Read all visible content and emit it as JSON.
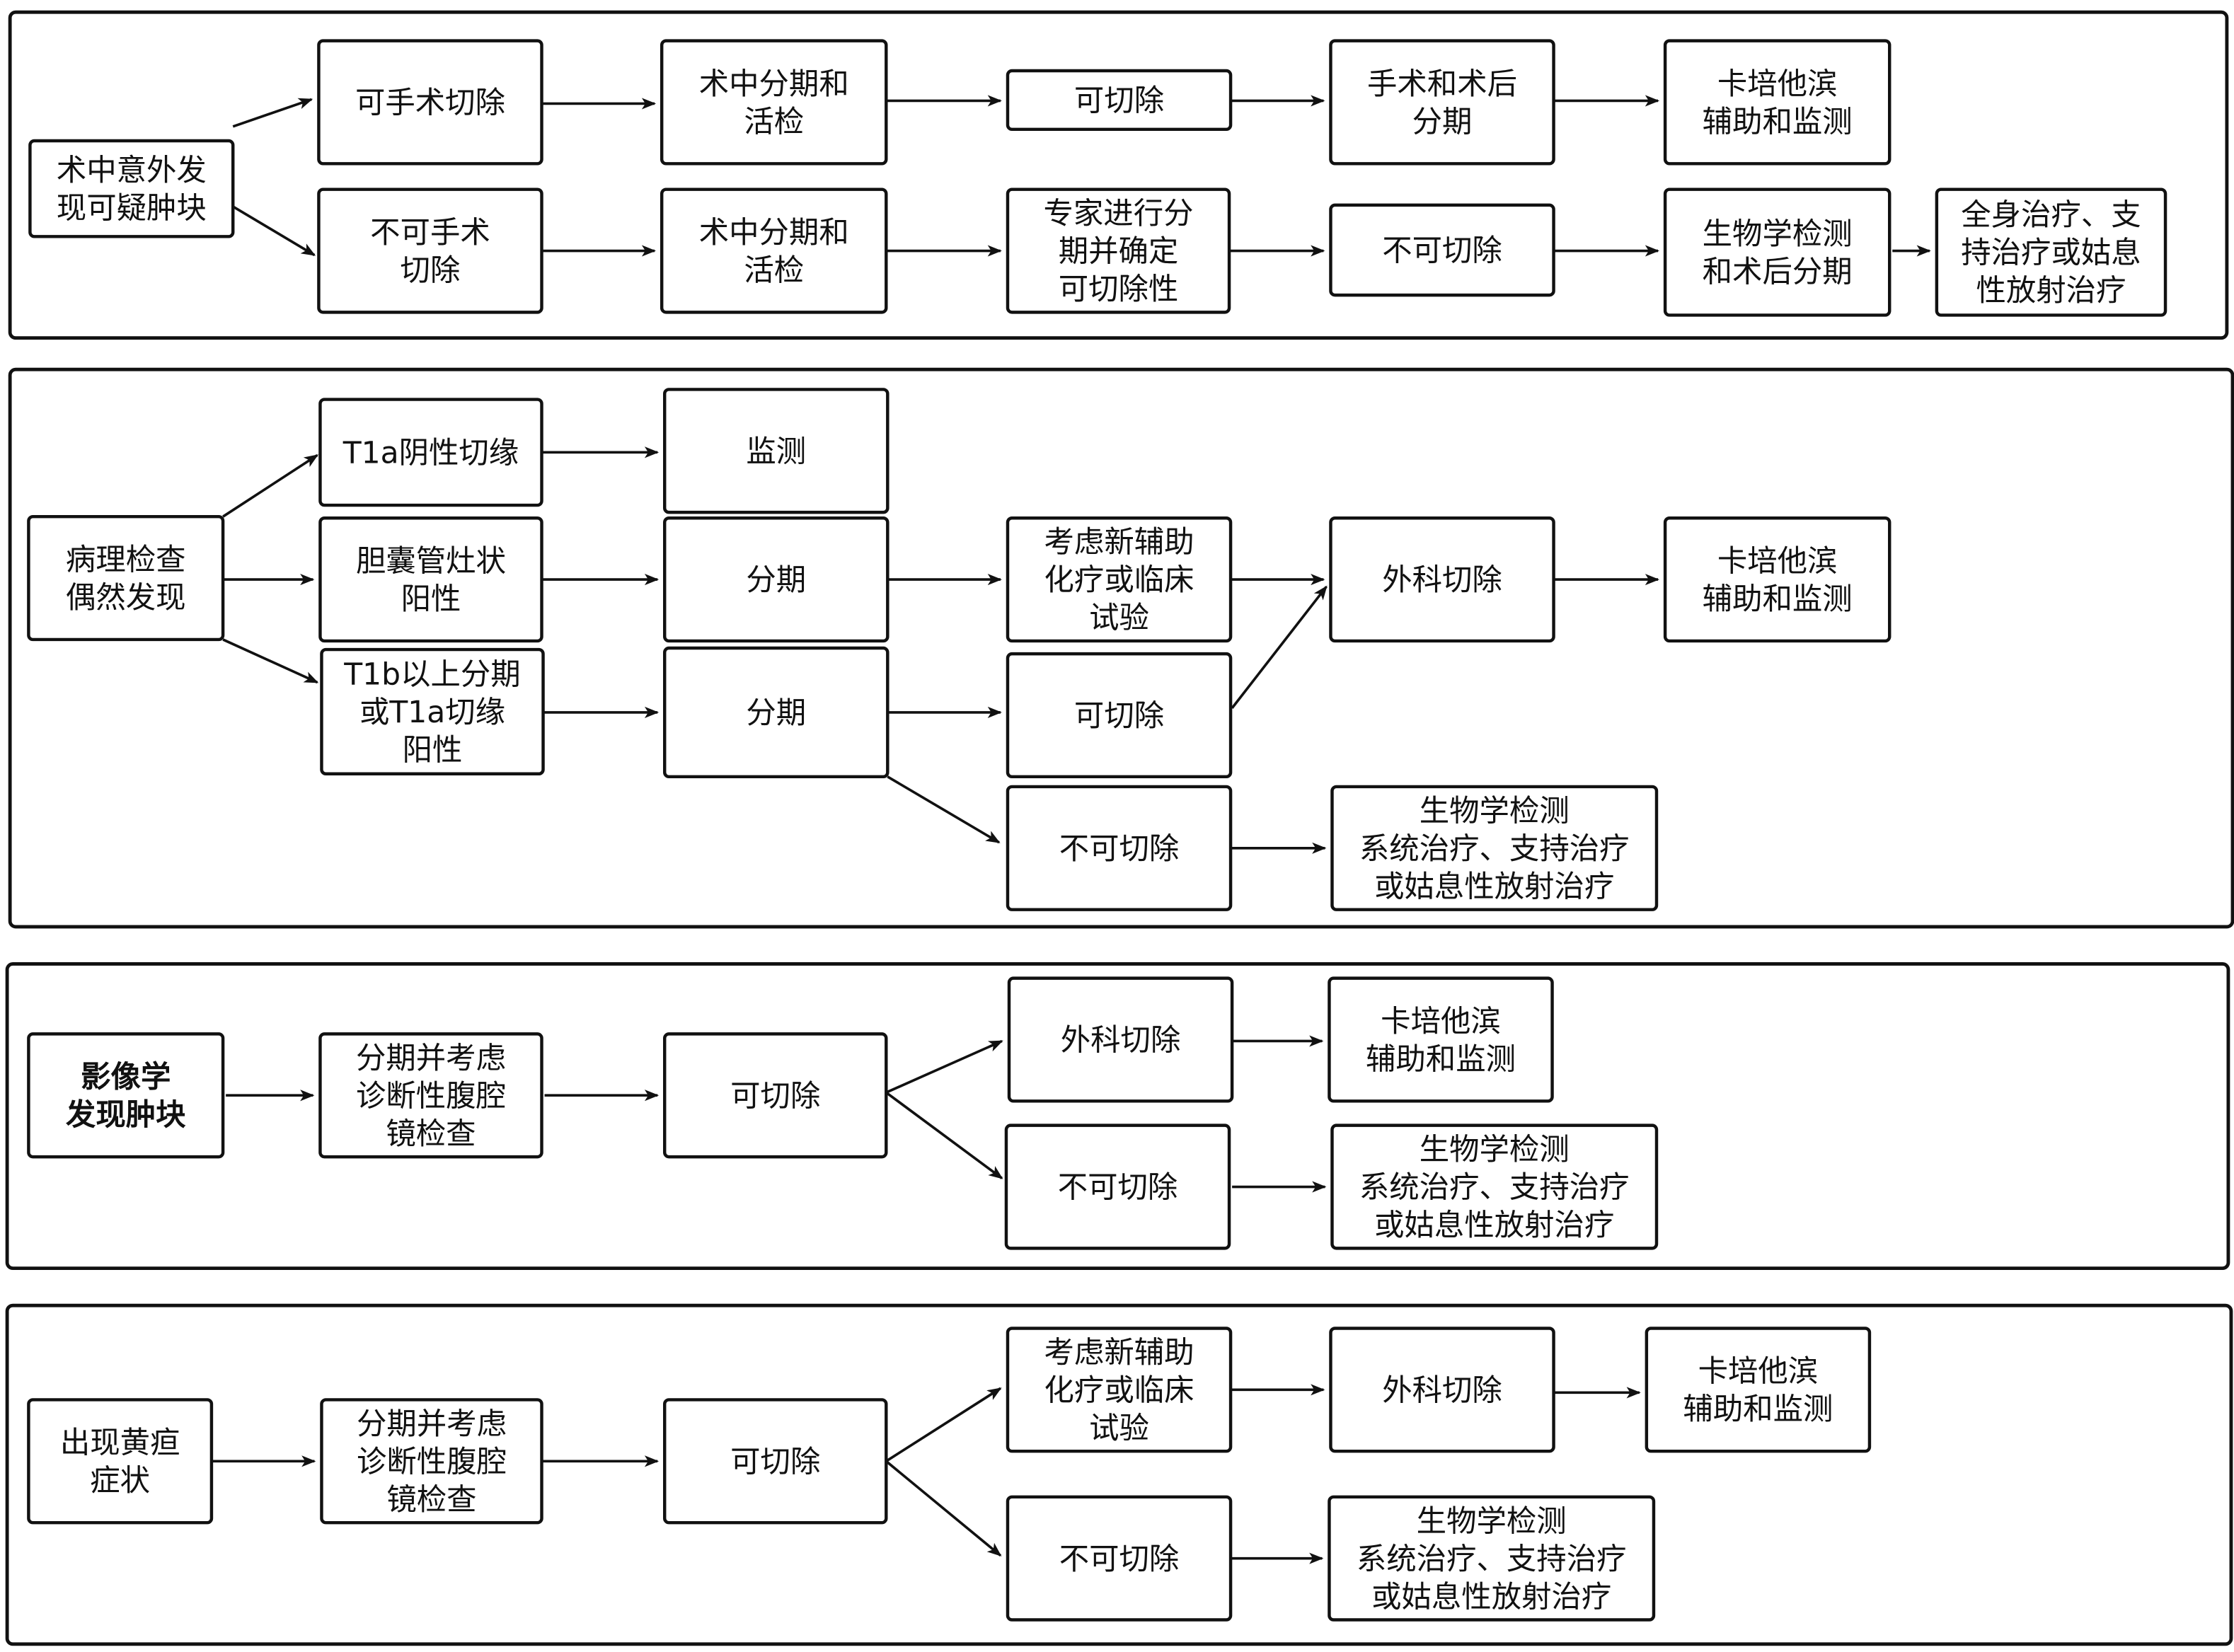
{
  "panels": [
    {
      "id": "intraop",
      "nodes": [
        {
          "id": "a0",
          "lines": [
            "术中意外发",
            "现可疑肿块"
          ]
        },
        {
          "id": "a1",
          "lines": [
            "可手术切除"
          ]
        },
        {
          "id": "a2",
          "lines": [
            "术中分期和",
            "活检"
          ]
        },
        {
          "id": "a3",
          "lines": [
            "可切除"
          ]
        },
        {
          "id": "a4",
          "lines": [
            "手术和术后",
            "分期"
          ]
        },
        {
          "id": "a5",
          "lines": [
            "卡培他滨",
            "辅助和监测"
          ]
        },
        {
          "id": "b1",
          "lines": [
            "不可手术",
            "切除"
          ]
        },
        {
          "id": "b2",
          "lines": [
            "术中分期和",
            "活检"
          ]
        },
        {
          "id": "b3",
          "lines": [
            "专家进行分",
            "期并确定",
            "可切除性"
          ]
        },
        {
          "id": "b4",
          "lines": [
            "不可切除"
          ]
        },
        {
          "id": "b5",
          "lines": [
            "生物学检测",
            "和术后分期"
          ]
        },
        {
          "id": "b6",
          "lines": [
            "全身治疗、支",
            "持治疗或姑息",
            "性放射治疗"
          ]
        }
      ]
    },
    {
      "id": "pathology",
      "nodes": [
        {
          "id": "c0",
          "lines": [
            "病理检查",
            "偶然发现"
          ]
        },
        {
          "id": "c1",
          "lines": [
            "T1a阴性切缘"
          ]
        },
        {
          "id": "c2",
          "lines": [
            "胆囊管灶状",
            "阳性"
          ]
        },
        {
          "id": "c3",
          "lines": [
            "T1b以上分期",
            "或T1a切缘",
            "阳性"
          ]
        },
        {
          "id": "c4",
          "lines": [
            "监测"
          ]
        },
        {
          "id": "c5",
          "lines": [
            "分期"
          ]
        },
        {
          "id": "c6",
          "lines": [
            "分期"
          ]
        },
        {
          "id": "c7",
          "lines": [
            "考虑新辅助",
            "化疗或临床",
            "试验"
          ]
        },
        {
          "id": "c8",
          "lines": [
            "可切除"
          ]
        },
        {
          "id": "c9",
          "lines": [
            "不可切除"
          ]
        },
        {
          "id": "c10",
          "lines": [
            "外科切除"
          ]
        },
        {
          "id": "c11",
          "lines": [
            "卡培他滨",
            "辅助和监测"
          ]
        },
        {
          "id": "c12",
          "lines": [
            "生物学检测",
            "系统治疗、支持治疗",
            "或姑息性放射治疗"
          ]
        }
      ]
    },
    {
      "id": "imaging",
      "nodes": [
        {
          "id": "d0",
          "lines": [
            "影像学",
            "发现肿块"
          ]
        },
        {
          "id": "d1",
          "lines": [
            "分期并考虑",
            "诊断性腹腔",
            "镜检查"
          ]
        },
        {
          "id": "d2",
          "lines": [
            "可切除"
          ]
        },
        {
          "id": "d3",
          "lines": [
            "外科切除"
          ]
        },
        {
          "id": "d4",
          "lines": [
            "不可切除"
          ]
        },
        {
          "id": "d5",
          "lines": [
            "卡培他滨",
            "辅助和监测"
          ]
        },
        {
          "id": "d6",
          "lines": [
            "生物学检测",
            "系统治疗、支持治疗",
            "或姑息性放射治疗"
          ]
        }
      ]
    },
    {
      "id": "jaundice",
      "nodes": [
        {
          "id": "e0",
          "lines": [
            "出现黄疸",
            "症状"
          ]
        },
        {
          "id": "e1",
          "lines": [
            "分期并考虑",
            "诊断性腹腔",
            "镜检查"
          ]
        },
        {
          "id": "e2",
          "lines": [
            "可切除"
          ]
        },
        {
          "id": "e3",
          "lines": [
            "考虑新辅助",
            "化疗或临床",
            "试验"
          ]
        },
        {
          "id": "e4",
          "lines": [
            "不可切除"
          ]
        },
        {
          "id": "e5",
          "lines": [
            "外科切除"
          ]
        },
        {
          "id": "e6",
          "lines": [
            "卡培他滨",
            "辅助和监测"
          ]
        },
        {
          "id": "e7",
          "lines": [
            "生物学检测",
            "系统治疗、支持治疗",
            "或姑息性放射治疗"
          ]
        }
      ]
    }
  ],
  "edges": [
    [
      "a0",
      "a1"
    ],
    [
      "a0",
      "b1"
    ],
    [
      "a1",
      "a2"
    ],
    [
      "a2",
      "a3"
    ],
    [
      "a3",
      "a4"
    ],
    [
      "a4",
      "a5"
    ],
    [
      "b1",
      "b2"
    ],
    [
      "b2",
      "b3"
    ],
    [
      "b3",
      "b4"
    ],
    [
      "b4",
      "b5"
    ],
    [
      "b5",
      "b6"
    ],
    [
      "c0",
      "c1"
    ],
    [
      "c0",
      "c2"
    ],
    [
      "c0",
      "c3"
    ],
    [
      "c1",
      "c4"
    ],
    [
      "c2",
      "c5"
    ],
    [
      "c3",
      "c6"
    ],
    [
      "c5",
      "c7"
    ],
    [
      "c6",
      "c8"
    ],
    [
      "c6",
      "c9"
    ],
    [
      "c7",
      "c10"
    ],
    [
      "c8",
      "c10"
    ],
    [
      "c10",
      "c11"
    ],
    [
      "c9",
      "c12"
    ],
    [
      "d0",
      "d1"
    ],
    [
      "d1",
      "d2"
    ],
    [
      "d2",
      "d3"
    ],
    [
      "d2",
      "d4"
    ],
    [
      "d3",
      "d5"
    ],
    [
      "d4",
      "d6"
    ],
    [
      "e0",
      "e1"
    ],
    [
      "e1",
      "e2"
    ],
    [
      "e2",
      "e3"
    ],
    [
      "e2",
      "e4"
    ],
    [
      "e3",
      "e5"
    ],
    [
      "e5",
      "e6"
    ],
    [
      "e4",
      "e7"
    ]
  ],
  "bold_nodes": [
    "d0"
  ]
}
